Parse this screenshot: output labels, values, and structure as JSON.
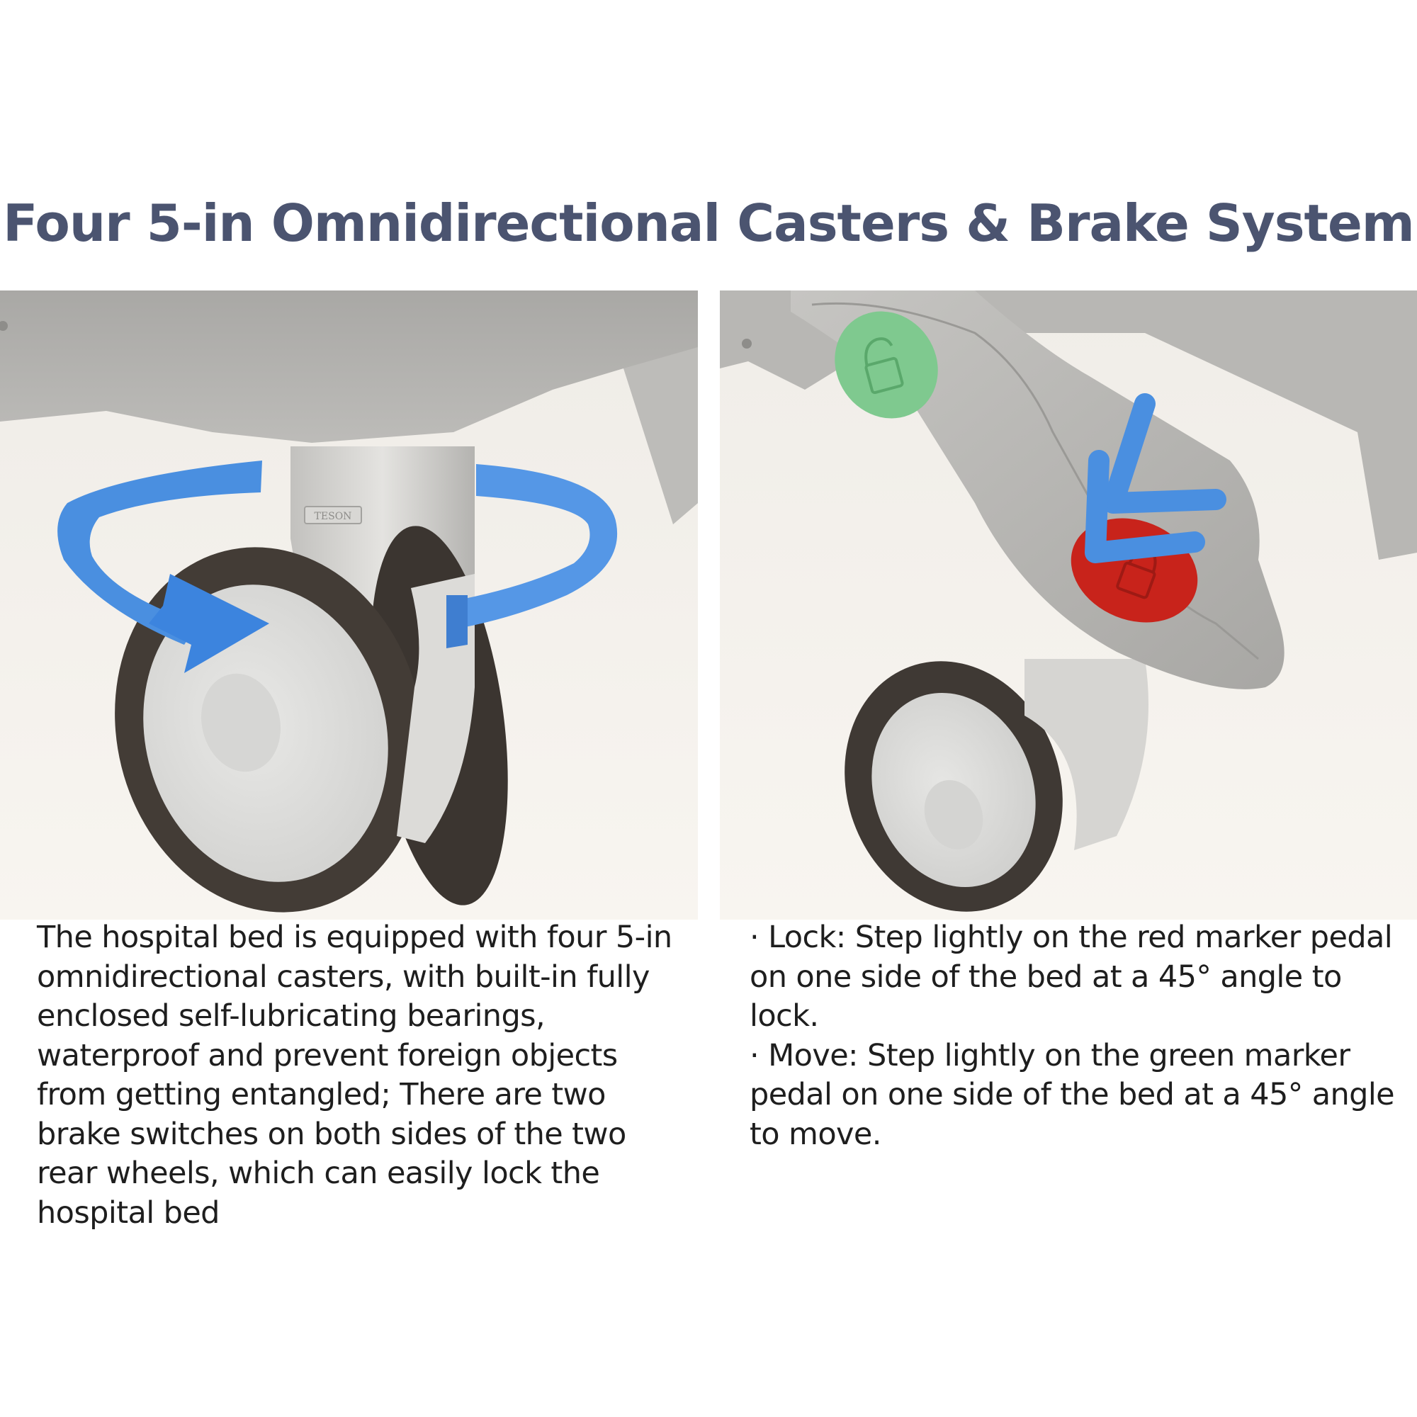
{
  "title": "Four 5-in Omnidirectional Casters & Brake System",
  "left_panel": {
    "description_lines": [
      "The hospital bed is equipped with four 5-in",
      "omnidirectional casters, with built-in fully",
      "enclosed self-lubricating bearings,",
      "waterproof and prevent foreign objects",
      "from getting entangled; There are two",
      "brake switches on both sides of the two",
      "rear wheels, which can easily lock the",
      "hospital bed"
    ],
    "wheel_stamp": "TESON"
  },
  "right_panel": {
    "description_lines": [
      "· Lock: Step lightly on the red marker pedal",
      "on one side of the bed at a 45° angle to",
      "lock.",
      "· Move: Step lightly on the green marker",
      "pedal on one side of the bed at a 45° angle",
      "to move."
    ]
  },
  "colors": {
    "title": "#4b5470",
    "arrow_blue": "#4a8fe0",
    "lock_red": "#c8231b",
    "unlock_green": "#7fc98f",
    "tire": "#3e3833",
    "housing": "#c9c9c6"
  },
  "icons": {
    "rotation": "rotation-arrow-icon",
    "unlock": "unlock-padlock-icon",
    "lock": "lock-padlock-icon",
    "press": "press-down-chevron-icon"
  }
}
